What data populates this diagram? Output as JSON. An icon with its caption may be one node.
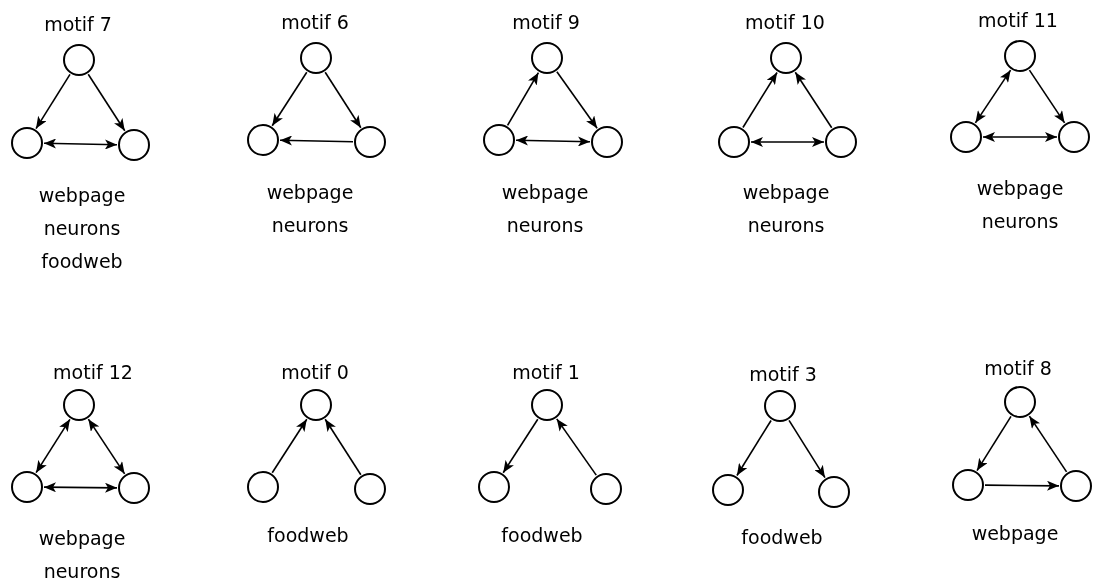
{
  "diagram": {
    "nodes": [
      {
        "text": [],
        "shape": "circle"
      },
      {
        "text": [],
        "shape": "circle"
      },
      {
        "text": [],
        "shape": "circle"
      },
      {
        "text": [],
        "shape": "circle"
      },
      {
        "text": [],
        "shape": "circle"
      },
      {
        "text": [],
        "shape": "circle"
      },
      {
        "text": [],
        "shape": "circle"
      },
      {
        "text": [],
        "shape": "circle"
      },
      {
        "text": [],
        "shape": "circle"
      },
      {
        "text": [],
        "shape": "circle"
      },
      {
        "text": [],
        "shape": "circle"
      },
      {
        "text": [],
        "shape": "circle"
      },
      {
        "text": [],
        "shape": "circle"
      },
      {
        "text": [],
        "shape": "circle"
      },
      {
        "text": [],
        "shape": "circle"
      },
      {
        "text": [],
        "shape": "circle"
      },
      {
        "text": [],
        "shape": "circle"
      },
      {
        "text": [],
        "shape": "circle"
      },
      {
        "text": [],
        "shape": "circle"
      },
      {
        "text": [],
        "shape": "circle"
      },
      {
        "text": [],
        "shape": "circle"
      },
      {
        "text": [],
        "shape": "circle"
      },
      {
        "text": [],
        "shape": "circle"
      },
      {
        "text": [],
        "shape": "circle"
      },
      {
        "text": [],
        "shape": "circle"
      },
      {
        "text": [],
        "shape": "circle"
      },
      {
        "text": [],
        "shape": "circle"
      },
      {
        "text": [],
        "shape": "circle"
      },
      {
        "text": [],
        "shape": "circle"
      },
      {
        "text": [],
        "shape": "circle"
      }
    ],
    "edges": [
      {
        "from": 0,
        "to": 1,
        "arrow": "to"
      },
      {
        "from": 0,
        "to": 2,
        "arrow": "to"
      },
      {
        "from": 1,
        "to": 2,
        "arrow": "both"
      },
      {
        "from": 3,
        "to": 4,
        "arrow": "to"
      },
      {
        "from": 3,
        "to": 5,
        "arrow": "to"
      },
      {
        "from": 5,
        "to": 4,
        "arrow": "to"
      },
      {
        "from": 7,
        "to": 6,
        "arrow": "to"
      },
      {
        "from": 6,
        "to": 8,
        "arrow": "to"
      },
      {
        "from": 7,
        "to": 8,
        "arrow": "both"
      },
      {
        "from": 10,
        "to": 9,
        "arrow": "to"
      },
      {
        "from": 11,
        "to": 9,
        "arrow": "to"
      },
      {
        "from": 10,
        "to": 11,
        "arrow": "both"
      },
      {
        "from": 12,
        "to": 13,
        "arrow": "both"
      },
      {
        "from": 12,
        "to": 14,
        "arrow": "to"
      },
      {
        "from": 13,
        "to": 14,
        "arrow": "both"
      },
      {
        "from": 15,
        "to": 16,
        "arrow": "both"
      },
      {
        "from": 15,
        "to": 17,
        "arrow": "both"
      },
      {
        "from": 16,
        "to": 17,
        "arrow": "both"
      },
      {
        "from": 19,
        "to": 18,
        "arrow": "to"
      },
      {
        "from": 20,
        "to": 18,
        "arrow": "to"
      },
      {
        "from": 21,
        "to": 22,
        "arrow": "to"
      },
      {
        "from": 23,
        "to": 21,
        "arrow": "to"
      },
      {
        "from": 24,
        "to": 25,
        "arrow": "to"
      },
      {
        "from": 24,
        "to": 26,
        "arrow": "to"
      },
      {
        "from": 27,
        "to": 28,
        "arrow": "to"
      },
      {
        "from": 28,
        "to": 29,
        "arrow": "to"
      },
      {
        "from": 29,
        "to": 27,
        "arrow": "to"
      }
    ],
    "labels": [
      "motif 7",
      "webpage",
      "neurons",
      "foodweb",
      "motif 6",
      "webpage",
      "neurons",
      "motif 9",
      "webpage",
      "neurons",
      "motif 10",
      "webpage",
      "neurons",
      "motif 11",
      "webpage",
      "neurons",
      "motif 12",
      "webpage",
      "neurons",
      "motif 0",
      "foodweb",
      "motif 1",
      "foodweb",
      "motif 3",
      "foodweb",
      "motif 8",
      "webpage"
    ]
  }
}
